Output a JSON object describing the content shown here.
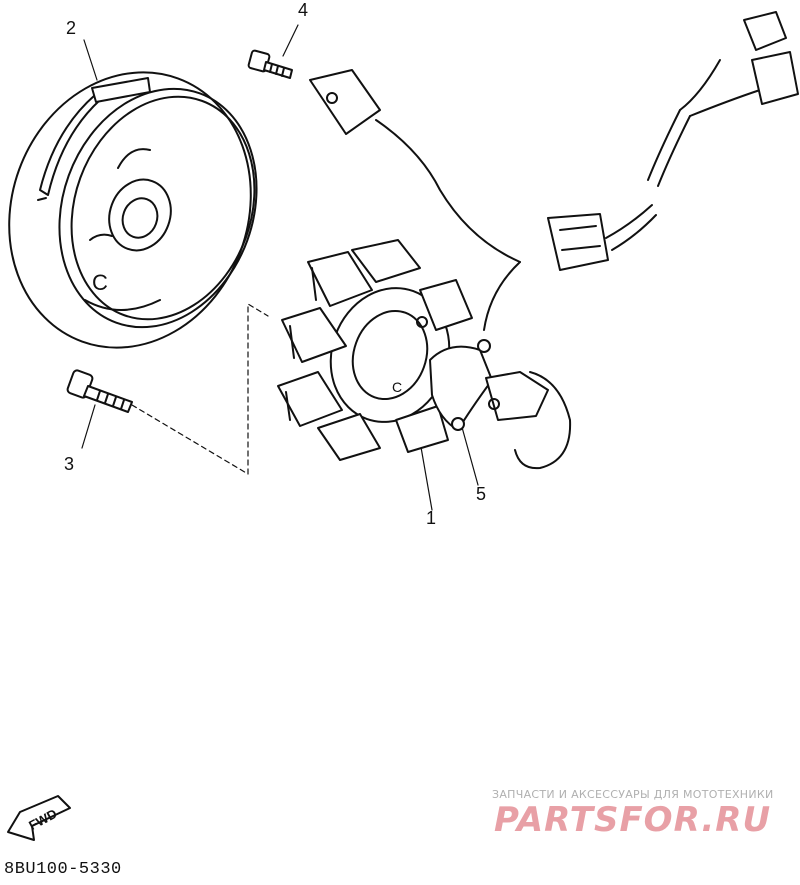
{
  "callouts": {
    "c1": "1",
    "c2": "2",
    "c3": "3",
    "c4": "4",
    "c5": "5"
  },
  "direction_marker": "FWD",
  "diagram_code": "8BU100-5330",
  "watermark": {
    "tagline": "ЗАПЧАСТИ И АКСЕССУАРЫ ДЛЯ МОТОТЕХНИКИ",
    "logo": "PARTSFOR.RU"
  }
}
